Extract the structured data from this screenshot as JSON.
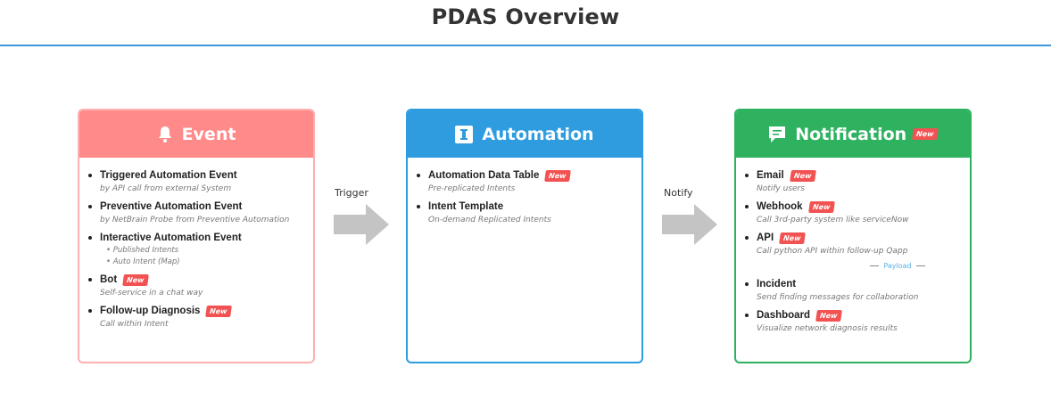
{
  "title": "PDAS Overview",
  "colors": {
    "event": "#ff8a8a",
    "event_border": "#ffb1b1",
    "automation": "#2f9ce0",
    "notification": "#2eb260",
    "new_badge": "#f25252",
    "arrow": "#c4c4c4",
    "title_rule": "#3f95d8"
  },
  "new_label": "New",
  "flows": {
    "trigger": "Trigger",
    "notify": "Notify"
  },
  "event": {
    "header": "Event",
    "icon": "bell-icon",
    "items": [
      {
        "label": "Triggered Automation Event",
        "desc": "by API call from external System"
      },
      {
        "label": "Preventive Automation Event",
        "desc": "by NetBrain Probe from Preventive Automation"
      },
      {
        "label": "Interactive Automation Event",
        "subs": [
          "Published Intents",
          "Auto Intent (Map)"
        ]
      },
      {
        "label": "Bot",
        "desc": "Self-service in a chat way",
        "new": true
      },
      {
        "label": "Follow-up Diagnosis",
        "desc": "Call within Intent",
        "new": true
      }
    ]
  },
  "automation": {
    "header": "Automation",
    "icon": "intent-icon",
    "items": [
      {
        "label": "Automation Data Table",
        "desc": "Pre-replicated Intents",
        "new": true
      },
      {
        "label": "Intent Template",
        "desc": "On-demand Replicated Intents"
      }
    ]
  },
  "notification": {
    "header": "Notification",
    "icon": "message-icon",
    "header_new": true,
    "payload": "Payload",
    "items": [
      {
        "label": "Email",
        "desc": "Notify users",
        "new": true
      },
      {
        "label": "Webhook",
        "desc": "Call 3rd-party system like serviceNow",
        "new": true
      },
      {
        "label": "API",
        "desc": "Call python API within follow-up Qapp",
        "new": true
      },
      {
        "label": "Incident",
        "desc": "Send finding messages for collaboration"
      },
      {
        "label": "Dashboard",
        "desc": "Visualize network diagnosis results",
        "new": true
      }
    ]
  }
}
